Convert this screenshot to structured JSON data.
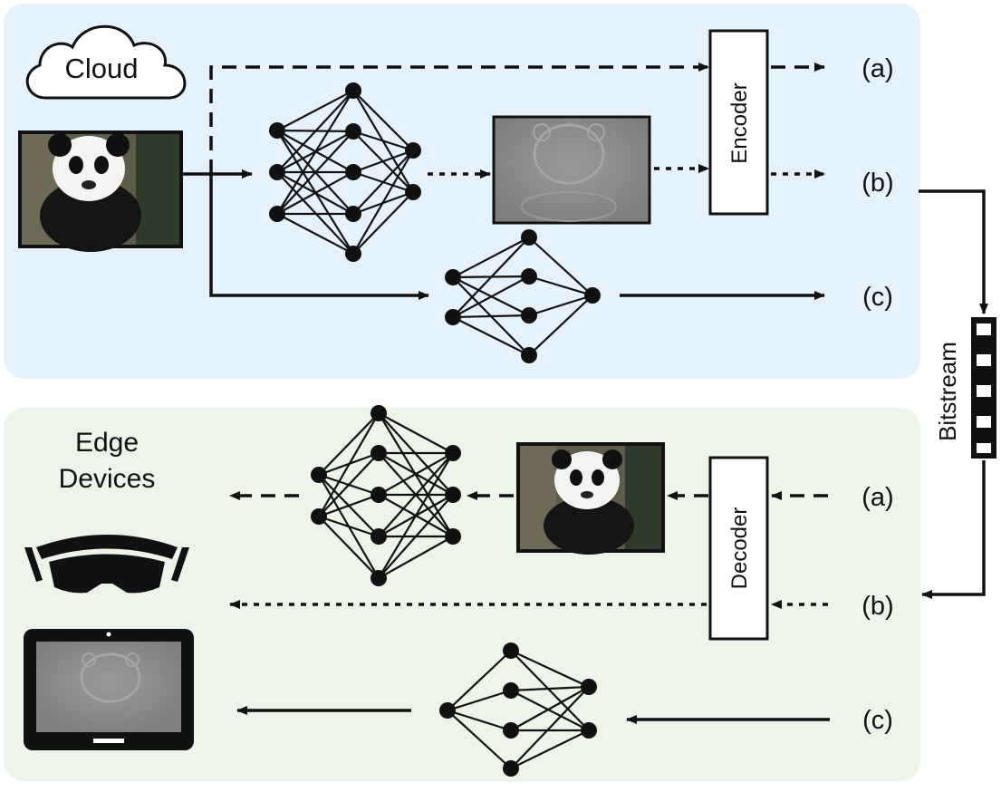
{
  "cloud": {
    "label": "Cloud"
  },
  "edge": {
    "label_line1": "Edge",
    "label_line2": "Devices"
  },
  "encoder": {
    "label": "Encoder"
  },
  "decoder": {
    "label": "Decoder"
  },
  "bitstream": {
    "label": "Bitstream"
  },
  "paths": {
    "a": "(a)",
    "b": "(b)",
    "c": "(c)"
  },
  "colors": {
    "cloud_panel": "#e6f2fb",
    "edge_panel": "#edf5e8",
    "stroke": "#111111",
    "feature_gray": "#8a8a8a"
  },
  "icons": {
    "cloud": "cloud-icon",
    "input_image": "panda-photo",
    "feature_map": "panda-feature-map",
    "headset": "vr-headset-icon",
    "tablet": "tablet-icon"
  }
}
